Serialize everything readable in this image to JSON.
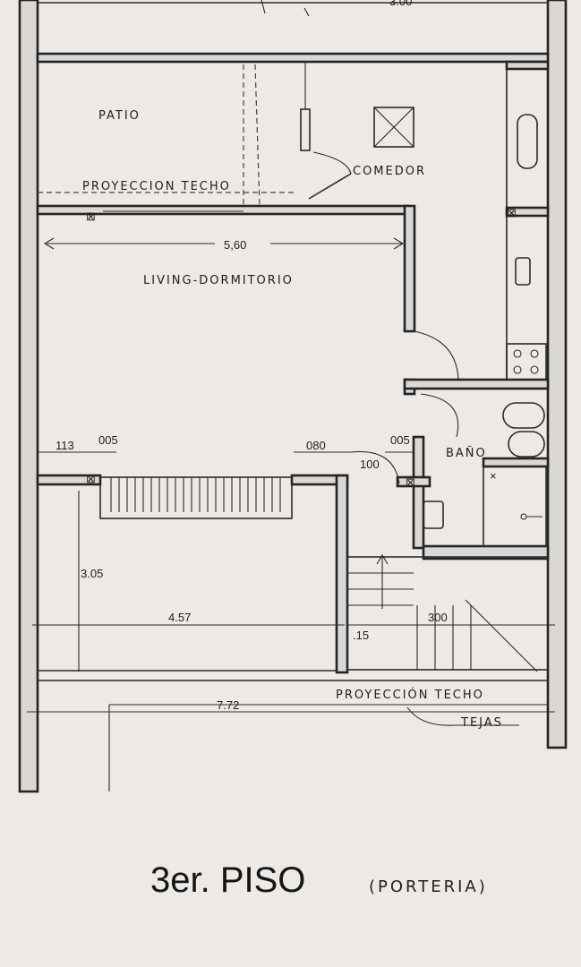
{
  "labels": {
    "patio": "PATIO",
    "proyeccion_techo_top": "PROYECCION TECHO",
    "comedor": "COMEDOR",
    "living": "LIVING-DORMITORIO",
    "bano": "BAÑO",
    "proyeccion_techo_bottom": "PROYECCIÓN TECHO",
    "tejas": "TEJAS"
  },
  "dimensions": {
    "top_partial": "3.00",
    "living_width": "5,60",
    "left_113": "113",
    "left_005": "005",
    "mid_080": "080",
    "mid_005": "005",
    "door_100": "100",
    "lower_height": "3.05",
    "lower_width": "4.57",
    "stair_300": "300",
    "stair_15": ".15",
    "total_width": "7.72"
  },
  "footer": {
    "title": "3er. PISO",
    "subtitle": "(PORTERIA)"
  }
}
